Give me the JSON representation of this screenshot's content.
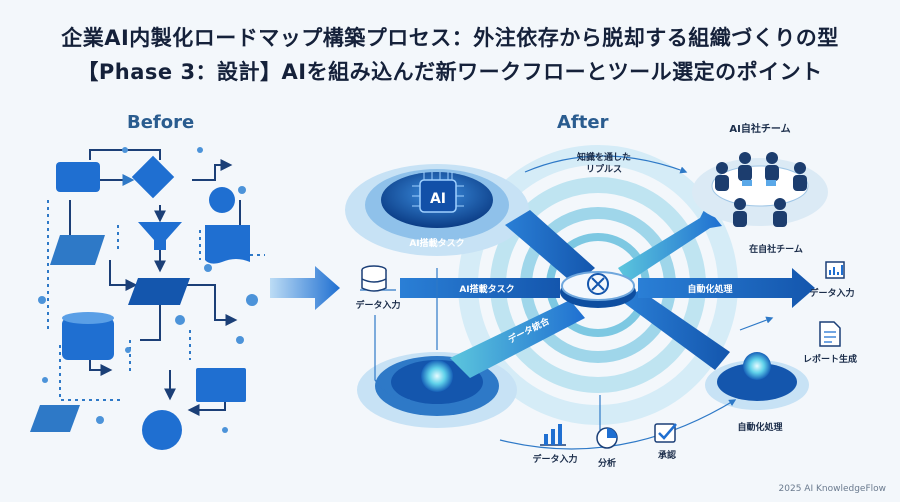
{
  "title_line1": "企業AI内製化ロードマップ構築プロセス：外注依存から脱却する組織づくりの型",
  "title_line2": "【Phase 3：設計】AIを組み込んだ新ワークフローとツール選定のポイント",
  "before_label": "Before",
  "after_label": "After",
  "team_title": "AI自社チーム",
  "team_sub": "在自社チーム",
  "ai_chip": "AI",
  "ai_node_label": "AI搭載タスク",
  "ripple_label": "知識を通した\nリプルス",
  "arrow_ai_task": "AI搭載タスク",
  "arrow_automation": "自動化処理",
  "arrow_data_integration": "データ統合",
  "left_data_input": "データ入力",
  "right_data_input": "データ入力",
  "right_report": "レポート生成",
  "bottom_right_node": "自動化処理",
  "bottom_data_input": "データ入力",
  "bottom_analysis": "分析",
  "bottom_approval": "承認",
  "footer": "2025 AI KnowledgeFlow",
  "colors": {
    "primary": "#1f6fd1",
    "dark": "#0d3f8a",
    "teal": "#46b8d6",
    "light": "#d5e9f7"
  }
}
